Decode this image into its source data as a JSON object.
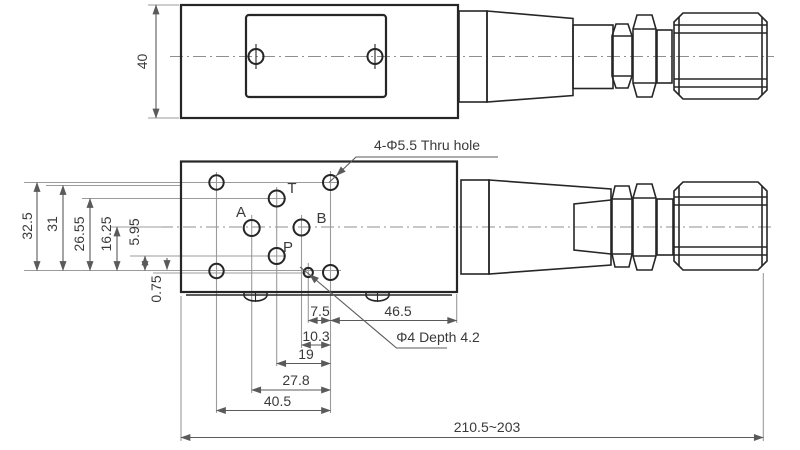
{
  "drawing": {
    "kind": "valve-dimension-drawing",
    "top_view": {
      "height_dim": "40"
    },
    "bottom_view": {
      "ports": {
        "t": "T",
        "a": "A",
        "b": "B",
        "p": "P"
      },
      "vertical_dims": {
        "v325": "32.5",
        "v31": "31",
        "v2655": "26.55",
        "v1625": "16.25",
        "v595": "5.95",
        "v075": "0.75"
      },
      "horizontal_dims": {
        "h75": "7.5",
        "h465": "46.5",
        "h103": "10.3",
        "h19": "19",
        "h278": "27.8",
        "h405": "40.5"
      },
      "overall_dim": "210.5~203",
      "notes": {
        "thru_hole": "4-Φ5.5  Thru hole",
        "depth_hole": "Φ4 Depth 4.2"
      }
    }
  },
  "colors": {
    "outline": "#262626",
    "dim": "#5a5a5a",
    "ext": "#9b9b9b",
    "center": "#8f8f8f",
    "text": "#3a3a3a",
    "bg": "#ffffff"
  }
}
